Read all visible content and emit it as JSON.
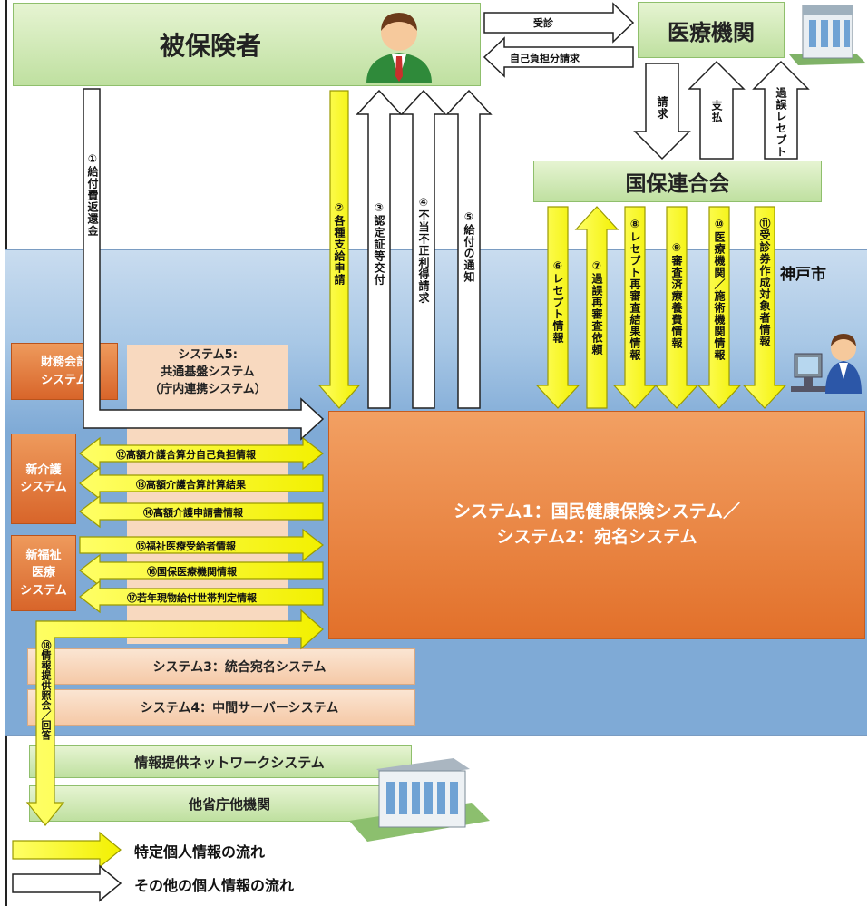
{
  "actors": {
    "insured": "被保険者",
    "medical_institution": "医療機関",
    "federation": "国保連合会",
    "city": "神戸市"
  },
  "systems": {
    "finance": "財務会計\nシステム",
    "care": "新介護\nシステム",
    "welfare": "新福祉\n医療\nシステム",
    "system5_title": "システム5:",
    "system5_name": "共通基盤システム",
    "system5_sub": "（庁内連携システム）",
    "system1_line1": "システム1：国民健康保険システム／",
    "system1_line2": "システム2：宛名システム",
    "system3": "システム3：統合宛名システム",
    "system4": "システム4：中間サーバーシステム",
    "network": "情報提供ネットワークシステム",
    "other_agencies": "他省庁他機関"
  },
  "flows_top": {
    "consult": "受診",
    "copay_claim": "自己負担分請求",
    "claim": "請求",
    "payment": "支払",
    "overpaid_receipt": "過誤レセプト"
  },
  "flows_vertical": {
    "f1": "①給付費返還金",
    "f2": "②各種支給申請",
    "f3": "③認定証等交付",
    "f4": "④不当不正利得請求",
    "f5": "⑤給付の通知",
    "f6": "⑥レセプト情報",
    "f7": "⑦過誤再審査依頼",
    "f8": "⑧レセプト再審査結果情報",
    "f9": "⑨審査済療養費情報",
    "f10": "⑩医療機関／施術機関情報",
    "f11": "⑪受診券作成対象者情報",
    "f18": "⑱情報提供照会／回答"
  },
  "flows_horizontal": {
    "f12": "⑫高額介護合算分自己負担情報",
    "f13": "⑬高額介護合算計算結果",
    "f14": "⑭高額介護申請書情報",
    "f15": "⑮福祉医療受給者情報",
    "f16": "⑯国保医療機関情報",
    "f17": "⑰若年現物給付世帯判定情報"
  },
  "legend": {
    "specific": "特定個人情報の流れ",
    "other": "その他の個人情報の流れ"
  },
  "icons": [
    "person-icon",
    "building-icon",
    "computer-user-icon"
  ],
  "colors": {
    "specific_arrow": "#ffff33",
    "other_arrow": "#ffffff",
    "green_box": "#c8e6a8",
    "orange_box": "#e8783a"
  }
}
